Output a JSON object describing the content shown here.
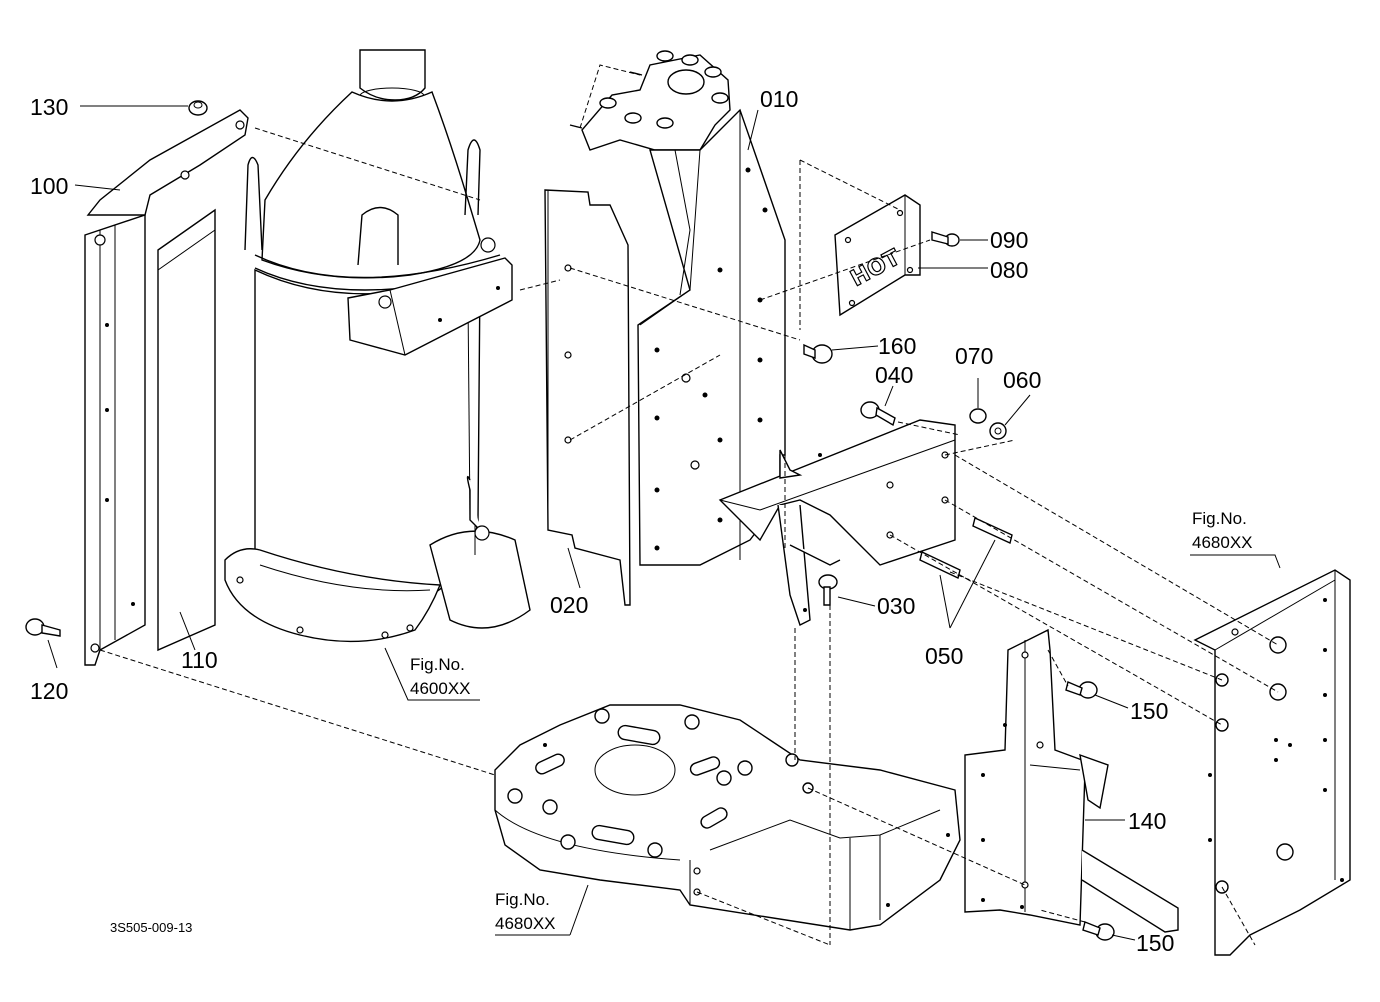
{
  "labels": {
    "p010": "010",
    "p020": "020",
    "p030": "030",
    "p040": "040",
    "p050": "050",
    "p060": "060",
    "p070": "070",
    "p080": "080",
    "p090": "090",
    "p100": "100",
    "p110": "110",
    "p120": "120",
    "p130": "130",
    "p140": "140",
    "p150a": "150",
    "p150b": "150",
    "p160": "160"
  },
  "plate_text": "HOT",
  "fig_refs": {
    "ref_4600": {
      "fig": "Fig.No.",
      "num": "4600XX"
    },
    "ref_4680_right": {
      "fig": "Fig.No.",
      "num": "4680XX"
    },
    "ref_4680_bottom": {
      "fig": "Fig.No.",
      "num": "4680XX"
    }
  },
  "drawing_code": "3S505-009-13"
}
